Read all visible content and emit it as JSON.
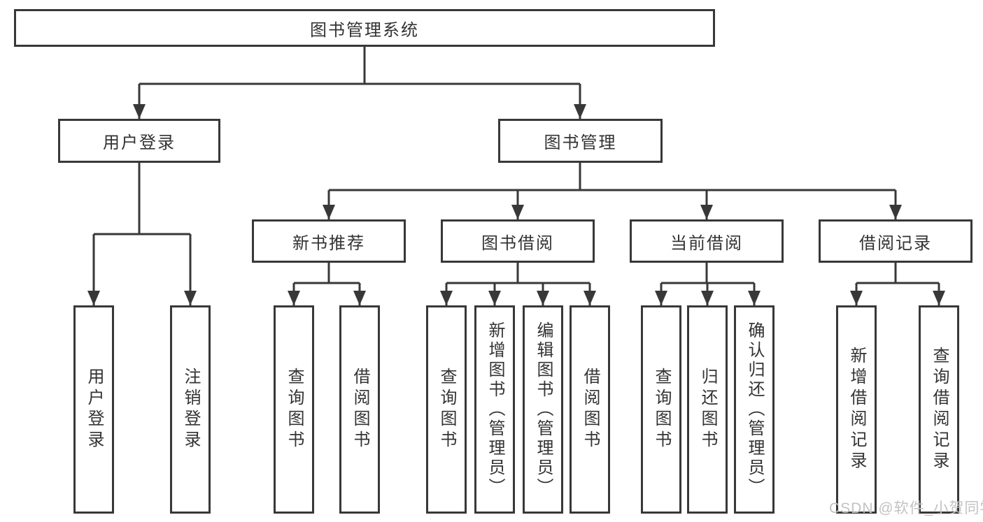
{
  "diagram": {
    "root": {
      "label": "图书管理系统"
    },
    "level2": [
      {
        "id": "user-login",
        "label": "用户登录"
      },
      {
        "id": "book-management",
        "label": "图书管理"
      }
    ],
    "level3": [
      {
        "id": "new-book-recommend",
        "label": "新书推荐"
      },
      {
        "id": "book-borrow",
        "label": "图书借阅"
      },
      {
        "id": "current-borrow",
        "label": "当前借阅"
      },
      {
        "id": "borrow-record",
        "label": "借阅记录"
      }
    ],
    "level4": {
      "user_login": [
        "用户登录",
        "注销登录"
      ],
      "new_book": [
        "查询图书",
        "借阅图书"
      ],
      "book_borrow": [
        "查询图书",
        "新增图书（管理员）",
        "编辑图书（管理员）",
        "借阅图书"
      ],
      "current_borrow": [
        "查询图书",
        "归还图书",
        "确认归还（管理员）"
      ],
      "borrow_record": [
        "新增借阅记录",
        "查询借阅记录"
      ]
    }
  },
  "watermark": {
    "text": "CSDN @软件_小贺同学"
  },
  "colors": {
    "line": "#383838",
    "text": "#333333",
    "watermark": "#c2c2c2",
    "background": "#ffffff"
  }
}
